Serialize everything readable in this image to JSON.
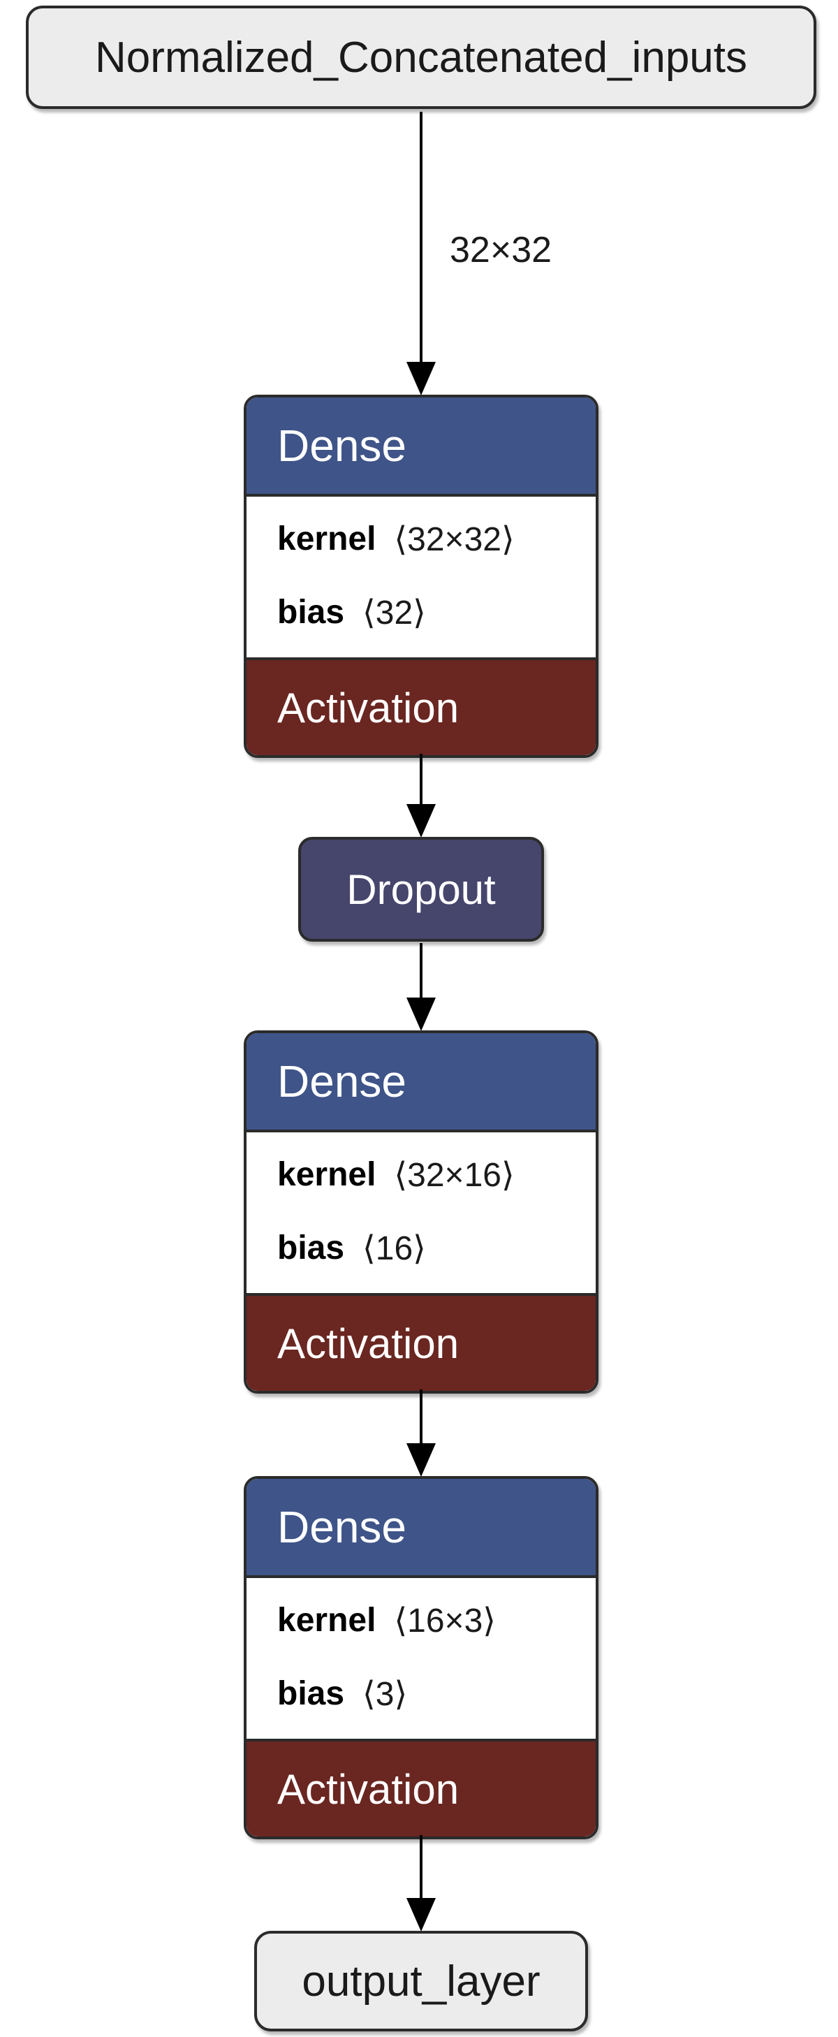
{
  "graph": {
    "input_node": {
      "label": "Normalized_Concatenated_inputs"
    },
    "edge_label_input_shape": "32×32",
    "layers": [
      {
        "type": "Dense",
        "params": [
          {
            "name": "kernel",
            "shape": "⟨32×32⟩"
          },
          {
            "name": "bias",
            "shape": "⟨32⟩"
          }
        ],
        "footer": "Activation"
      },
      {
        "type": "Dense",
        "params": [
          {
            "name": "kernel",
            "shape": "⟨32×16⟩"
          },
          {
            "name": "bias",
            "shape": "⟨16⟩"
          }
        ],
        "footer": "Activation"
      },
      {
        "type": "Dense",
        "params": [
          {
            "name": "kernel",
            "shape": "⟨16×3⟩"
          },
          {
            "name": "bias",
            "shape": "⟨3⟩"
          }
        ],
        "footer": "Activation"
      }
    ],
    "dropout": {
      "label": "Dropout"
    },
    "output_node": {
      "label": "output_layer"
    },
    "colors": {
      "dense_header": "#3f5488",
      "activation_footer": "#6a2621",
      "dropout_fill": "#46456c",
      "terminal_fill": "#ececec",
      "node_border": "#2b2b2b",
      "arrow": "#000000",
      "text_dark": "#1a1a1a"
    }
  }
}
